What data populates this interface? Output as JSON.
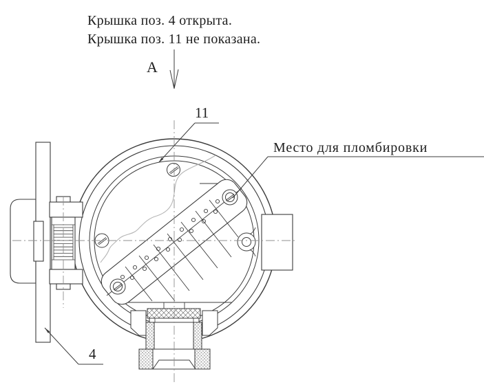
{
  "notes": {
    "line1": "Крышка поз. 4 открыта.",
    "line2": "Крышка поз. 11 не показана."
  },
  "view": {
    "label": "А"
  },
  "callouts": {
    "part_11": "11",
    "part_4": "4",
    "seal_label": "Место для пломбировки"
  },
  "colors": {
    "background": "#ffffff",
    "drawing_line": "#3b3b3b",
    "centerline": "#8f8f8f",
    "wire_break_line": "#b5b5b5",
    "text": "#1e1e1e"
  }
}
